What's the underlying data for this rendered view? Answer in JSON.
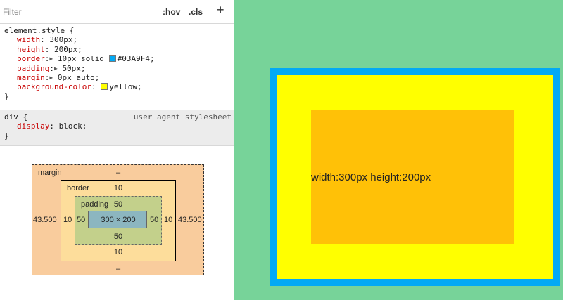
{
  "filter": {
    "placeholder": "Filter",
    "hov": ":hov",
    "cls": ".cls",
    "add": "+"
  },
  "rules": {
    "element_style": {
      "selector": "element.style {",
      "decls": [
        {
          "prop": "width",
          "value": "300px;"
        },
        {
          "prop": "height",
          "value": "200px;"
        },
        {
          "prop": "border",
          "value_pre": "10px solid ",
          "value_post": "#03A9F4;",
          "swatch": "#03A9F4"
        },
        {
          "prop": "padding",
          "value": "50px;"
        },
        {
          "prop": "margin",
          "value": "0px auto;"
        },
        {
          "prop": "background-color",
          "value_post": "yellow;",
          "swatch": "#FFFF00"
        }
      ],
      "close": "}"
    },
    "div_rule": {
      "selector": "div {",
      "source": "user agent stylesheet",
      "decls": [
        {
          "prop": "display",
          "value": "block;"
        }
      ],
      "close": "}"
    }
  },
  "box_model": {
    "margin": {
      "label": "margin",
      "top": "–",
      "bottom": "–",
      "left": "43.500",
      "right": "43.500"
    },
    "border": {
      "label": "border",
      "top": "10",
      "bottom": "10",
      "left": "10",
      "right": "10"
    },
    "padding": {
      "label": "padding",
      "top": "50",
      "bottom": "50",
      "left": "50",
      "right": "50"
    },
    "content": "300 × 200"
  },
  "preview": {
    "text": "width:300px height:200px",
    "colors": {
      "background": "#77D399",
      "box": "#FFFF00",
      "border": "#03A9F4",
      "content": "#FFC107"
    }
  }
}
